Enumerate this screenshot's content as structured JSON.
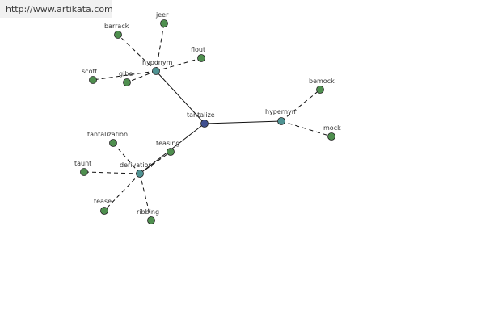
{
  "watermark": "http://www.artikata.com",
  "colors": {
    "root": "#3f4f8f",
    "relation": "#4f9393",
    "term": "#4f8f4f",
    "node_stroke": "#222222",
    "edge": "#111111"
  },
  "nodes": [
    {
      "id": "tantalize",
      "label": "tantalize",
      "kind": "root"
    },
    {
      "id": "hyponym",
      "label": "hyponym",
      "kind": "relation"
    },
    {
      "id": "hypernym",
      "label": "hypernym",
      "kind": "relation"
    },
    {
      "id": "derivation",
      "label": "derivation",
      "kind": "relation"
    },
    {
      "id": "barrack",
      "label": "barrack",
      "kind": "term"
    },
    {
      "id": "jeer",
      "label": "jeer",
      "kind": "term"
    },
    {
      "id": "flout",
      "label": "flout",
      "kind": "term"
    },
    {
      "id": "scoff",
      "label": "scoff",
      "kind": "term"
    },
    {
      "id": "gibe",
      "label": "gibe",
      "kind": "term"
    },
    {
      "id": "bemock",
      "label": "bemock",
      "kind": "term"
    },
    {
      "id": "mock",
      "label": "mock",
      "kind": "term"
    },
    {
      "id": "tantalization",
      "label": "tantalization",
      "kind": "term"
    },
    {
      "id": "teasing",
      "label": "teasing",
      "kind": "term"
    },
    {
      "id": "taunt",
      "label": "taunt",
      "kind": "term"
    },
    {
      "id": "tease",
      "label": "tease",
      "kind": "term"
    },
    {
      "id": "ribbing",
      "label": "ribbing",
      "kind": "term"
    }
  ],
  "edges": [
    {
      "from": "tantalize",
      "to": "hyponym",
      "style": "solid"
    },
    {
      "from": "tantalize",
      "to": "hypernym",
      "style": "solid"
    },
    {
      "from": "tantalize",
      "to": "derivation",
      "style": "solid"
    },
    {
      "from": "hyponym",
      "to": "barrack",
      "style": "dashed"
    },
    {
      "from": "hyponym",
      "to": "jeer",
      "style": "dashed"
    },
    {
      "from": "hyponym",
      "to": "flout",
      "style": "dashed"
    },
    {
      "from": "hyponym",
      "to": "scoff",
      "style": "dashed"
    },
    {
      "from": "hyponym",
      "to": "gibe",
      "style": "dashed"
    },
    {
      "from": "hypernym",
      "to": "bemock",
      "style": "dashed"
    },
    {
      "from": "hypernym",
      "to": "mock",
      "style": "dashed"
    },
    {
      "from": "derivation",
      "to": "tantalization",
      "style": "dashed"
    },
    {
      "from": "derivation",
      "to": "teasing",
      "style": "dashed"
    },
    {
      "from": "derivation",
      "to": "taunt",
      "style": "dashed"
    },
    {
      "from": "derivation",
      "to": "tease",
      "style": "dashed"
    },
    {
      "from": "derivation",
      "to": "ribbing",
      "style": "dashed"
    }
  ]
}
